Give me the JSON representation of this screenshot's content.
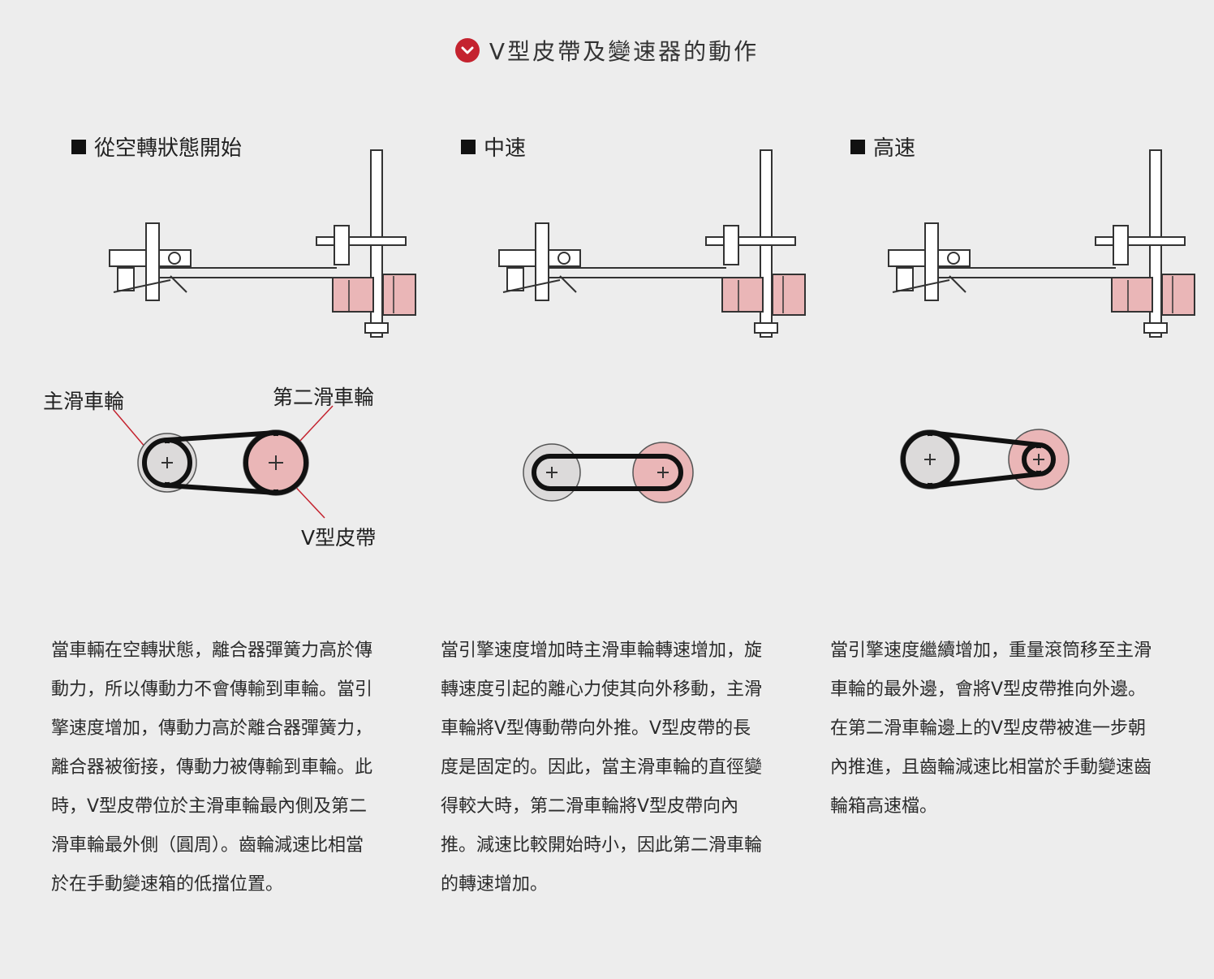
{
  "header": {
    "title": "V型皮帶及變速器的動作",
    "icon": "check-circle-icon",
    "accent": "#c4232f"
  },
  "labels": {
    "primary_pulley": "主滑車輪",
    "secondary_pulley": "第二滑車輪",
    "v_belt": "V型皮帶"
  },
  "stages": [
    {
      "title": "從空轉狀態開始",
      "description": "當車輛在空轉狀態，離合器彈簧力高於傳動力，所以傳動力不會傳輸到車輪。當引擎速度增加，傳動力高於離合器彈簧力，離合器被銜接，傳動力被傳輸到車輪。此時，V型皮帶位於主滑車輪最內側及第二滑車輪最外側（圓周）。齒輪減速比相當於在手動變速箱的低擋位置。"
    },
    {
      "title": "中速",
      "description": "當引擎速度增加時主滑車輪轉速增加，旋轉速度引起的離心力使其向外移動，主滑車輪將V型傳動帶向外推。V型皮帶的長度是固定的。因此，當主滑車輪的直徑變得較大時，第二滑車輪將V型皮帶向內推。減速比較開始時小，因此第二滑車輪的轉速增加。"
    },
    {
      "title": "高速",
      "description": "當引擎速度繼續增加，重量滾筒移至主滑車輪的最外邊，會將V型皮帶推向外邊。在第二滑車輪邊上的V型皮帶被進一步朝內推進，且齒輪減速比相當於手動變速齒輪箱高速檔。"
    }
  ],
  "colors": {
    "pink": "#eab6b7",
    "grey_pulley": "#dcdada",
    "belt": "#111111"
  }
}
